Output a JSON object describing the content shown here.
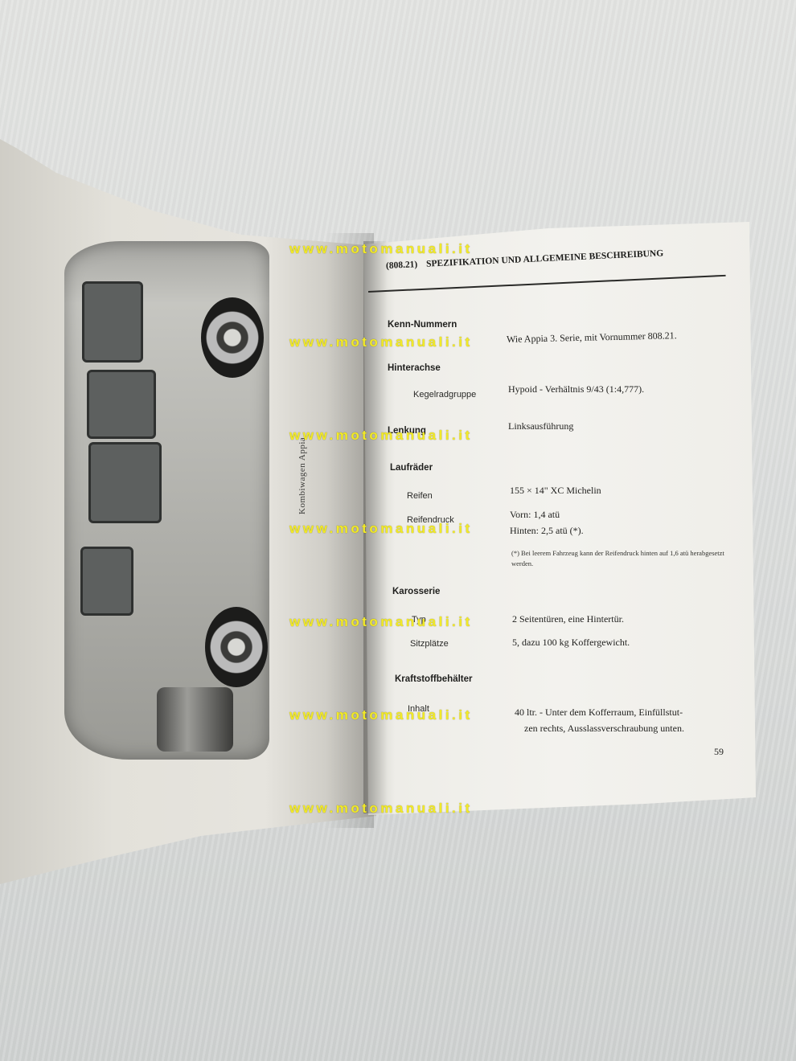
{
  "left_page": {
    "caption": "Kombiwagen Appia"
  },
  "right_page": {
    "header": {
      "code": "(808.21)",
      "title": "SPEZIFIKATION UND ALLGEMEINE BESCHREIBUNG"
    },
    "specs": {
      "kenn": {
        "heading": "Kenn-Nummern",
        "value": "Wie Appia 3. Serie, mit Vornummer 808.21."
      },
      "hinterachse": {
        "heading": "Hinterachse",
        "label": "Kegelradgruppe",
        "value": "Hypoid - Verhältnis 9/43 (1:4,777)."
      },
      "lenkung": {
        "heading": "Lenkung",
        "value": "Linksausführung"
      },
      "laufraeder": {
        "heading": "Laufräder",
        "reifen_label": "Reifen",
        "reifen_value": "155 × 14\" XC Michelin",
        "druck_label": "Reifendruck",
        "druck_vorn": "Vorn: 1,4 atü",
        "druck_hinten": "Hinten: 2,5 atü (*).",
        "note": "(*) Bei leerem Fahrzeug kann der Reifendruck hinten auf 1,6 atü herabgesetzt werden."
      },
      "karosserie": {
        "heading": "Karosserie",
        "typ_label": "Typ",
        "typ_value": "2 Seitentüren, eine Hintertür.",
        "sitz_label": "Sitzplätze",
        "sitz_value": "5, dazu 100 kg Koffergewicht."
      },
      "kraftstoff": {
        "heading": "Kraftstoffbehälter",
        "inhalt_label": "Inhalt",
        "inhalt_line1": "40 ltr. - Unter dem Kofferraum, Einfüllstut-",
        "inhalt_line2": "zen rechts, Ausslassverschraubung unten."
      }
    },
    "page_number": "59"
  },
  "watermark": "www.motomanuali.it"
}
